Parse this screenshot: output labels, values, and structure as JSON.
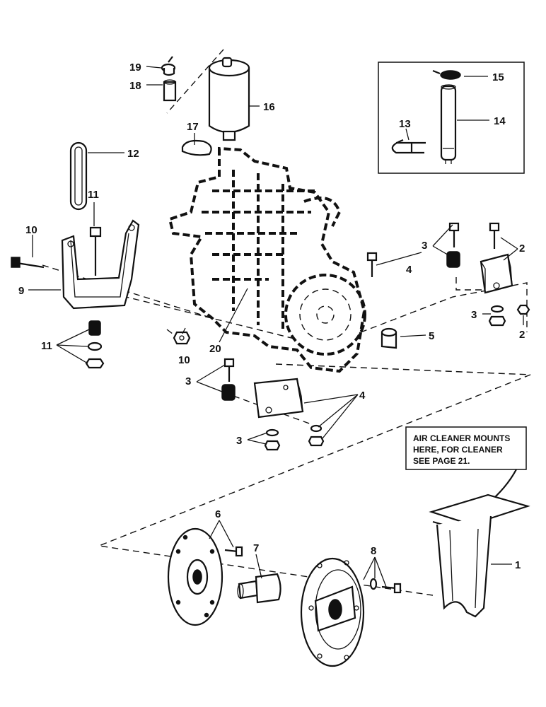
{
  "note": {
    "lines": [
      "AIR CLEANER MOUNTS",
      "HERE, FOR CLEANER",
      "SEE PAGE 21."
    ]
  },
  "callouts": {
    "c1": "1",
    "c2a": "2",
    "c2b": "2",
    "c3a": "3",
    "c3b": "3",
    "c3c": "3",
    "c3d": "3",
    "c4a": "4",
    "c4b": "4",
    "c5": "5",
    "c6": "6",
    "c7": "7",
    "c8": "8",
    "c9": "9",
    "c10a": "10",
    "c10b": "10",
    "c11a": "11",
    "c11b": "11",
    "c12": "12",
    "c13": "13",
    "c14": "14",
    "c15": "15",
    "c16": "16",
    "c17": "17",
    "c18": "18",
    "c19": "19",
    "c20": "20"
  }
}
